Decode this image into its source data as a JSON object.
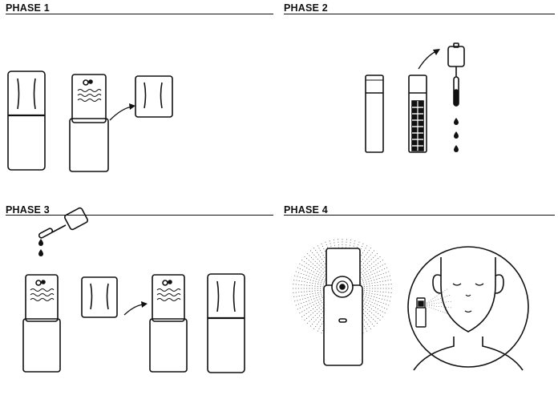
{
  "phases": [
    {
      "title": "PHASE 1"
    },
    {
      "title": "PHASE 2"
    },
    {
      "title": "PHASE 3"
    },
    {
      "title": "PHASE 4"
    }
  ],
  "colors": {
    "ink": "#111111",
    "paper": "#ffffff"
  },
  "icons": [
    "device-capsule-icon",
    "lid-icon",
    "battery-icon",
    "dropper-icon",
    "drop-icon",
    "mist-spray-icon",
    "face-icon"
  ]
}
